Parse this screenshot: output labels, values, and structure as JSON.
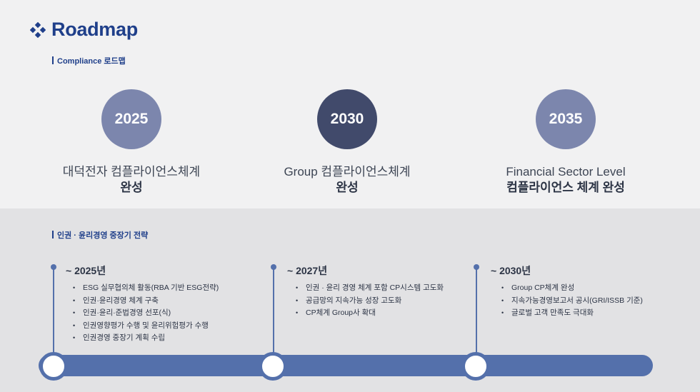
{
  "header": {
    "title": "Roadmap",
    "subtitle": "Compliance 로드맵"
  },
  "milestones": [
    {
      "year": "2025",
      "line1": "대덕전자 컴플라이언스체계",
      "line2": "완성"
    },
    {
      "year": "2030",
      "line1": "Group 컴플라이언스체계",
      "line2": "완성"
    },
    {
      "year": "2035",
      "line1": "Financial Sector Level",
      "line2": "컴플라이언스 체계 완성"
    }
  ],
  "strategy": {
    "subtitle": "인권 · 윤리경영 중장기 전략",
    "columns": [
      {
        "heading": "~ 2025년",
        "items": [
          "ESG 실무협의체 활동(RBA 기반 ESG전략)",
          "인권·윤리경영 체계 구축",
          "인권·윤리·준법경영 선포(식)",
          "인권영향평가 수행 및 윤리위험평가 수행",
          "인권경영 중장기 계획 수립"
        ]
      },
      {
        "heading": "~ 2027년",
        "items": [
          "인권 · 윤리 경영 체계 포함 CP시스템 고도화",
          "공급망의 지속가능 성장 고도화",
          "CP체계 Group사 확대"
        ]
      },
      {
        "heading": "~ 2030년",
        "items": [
          "Group CP체계 완성",
          "지속가능경영보고서 공시(GRI/ISSB 기준)",
          "글로벌 고객 만족도 극대화"
        ]
      }
    ]
  },
  "colors": {
    "brand": "#1f3f8a",
    "circle_light": "#7c86ad",
    "circle_dark": "#414a6b",
    "timeline": "#5470ab"
  }
}
